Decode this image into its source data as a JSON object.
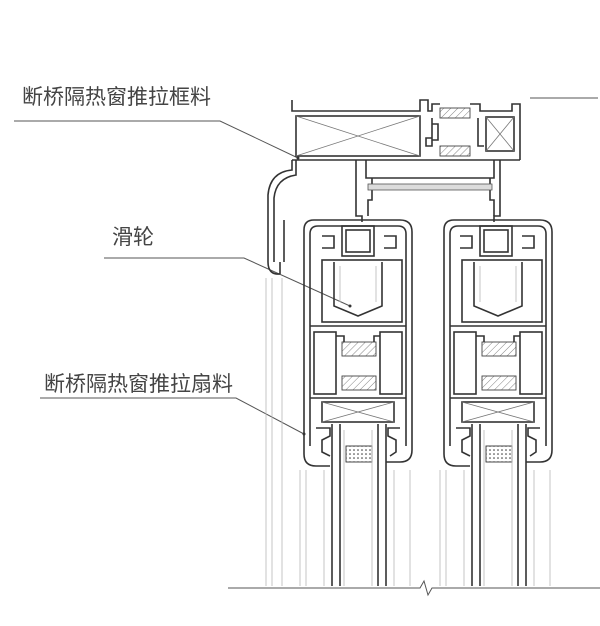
{
  "labels": {
    "frame_profile": "断桥隔热窗推拉框料",
    "roller": "滑轮",
    "sash_profile": "断桥隔热窗推拉扇料"
  },
  "colors": {
    "line": "#333333",
    "label_text": "#444444",
    "background": "#ffffff"
  }
}
